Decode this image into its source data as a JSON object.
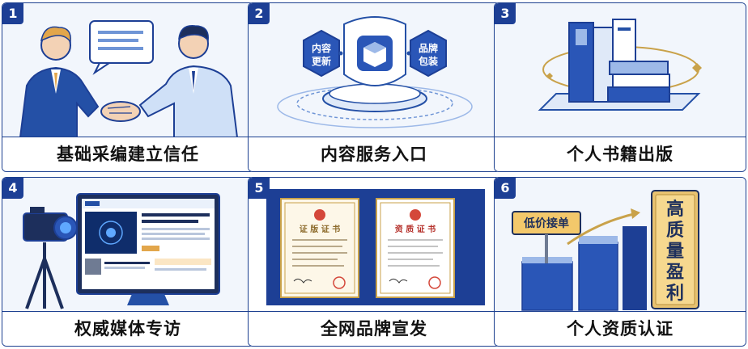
{
  "cards": [
    {
      "number": "1",
      "caption": "基础采编建立信任"
    },
    {
      "number": "2",
      "caption": "内容服务入口",
      "badge_left": [
        "内容",
        "更新"
      ],
      "badge_right": [
        "品牌",
        "包装"
      ]
    },
    {
      "number": "3",
      "caption": "个人书籍出版"
    },
    {
      "number": "4",
      "caption": "权威媒体专访"
    },
    {
      "number": "5",
      "caption": "全网品牌宣发",
      "cert_left_title": "证 版 证 书",
      "cert_right_title": "资 质 证 书"
    },
    {
      "number": "6",
      "caption": "个人资质认证",
      "sign_text": "低价接单",
      "plaque_text": [
        "高",
        "质",
        "量",
        "盈",
        "利"
      ]
    }
  ],
  "colors": {
    "brand": "#1d3f95",
    "accent": "#c9a24a",
    "light": "#eaf1fb"
  }
}
